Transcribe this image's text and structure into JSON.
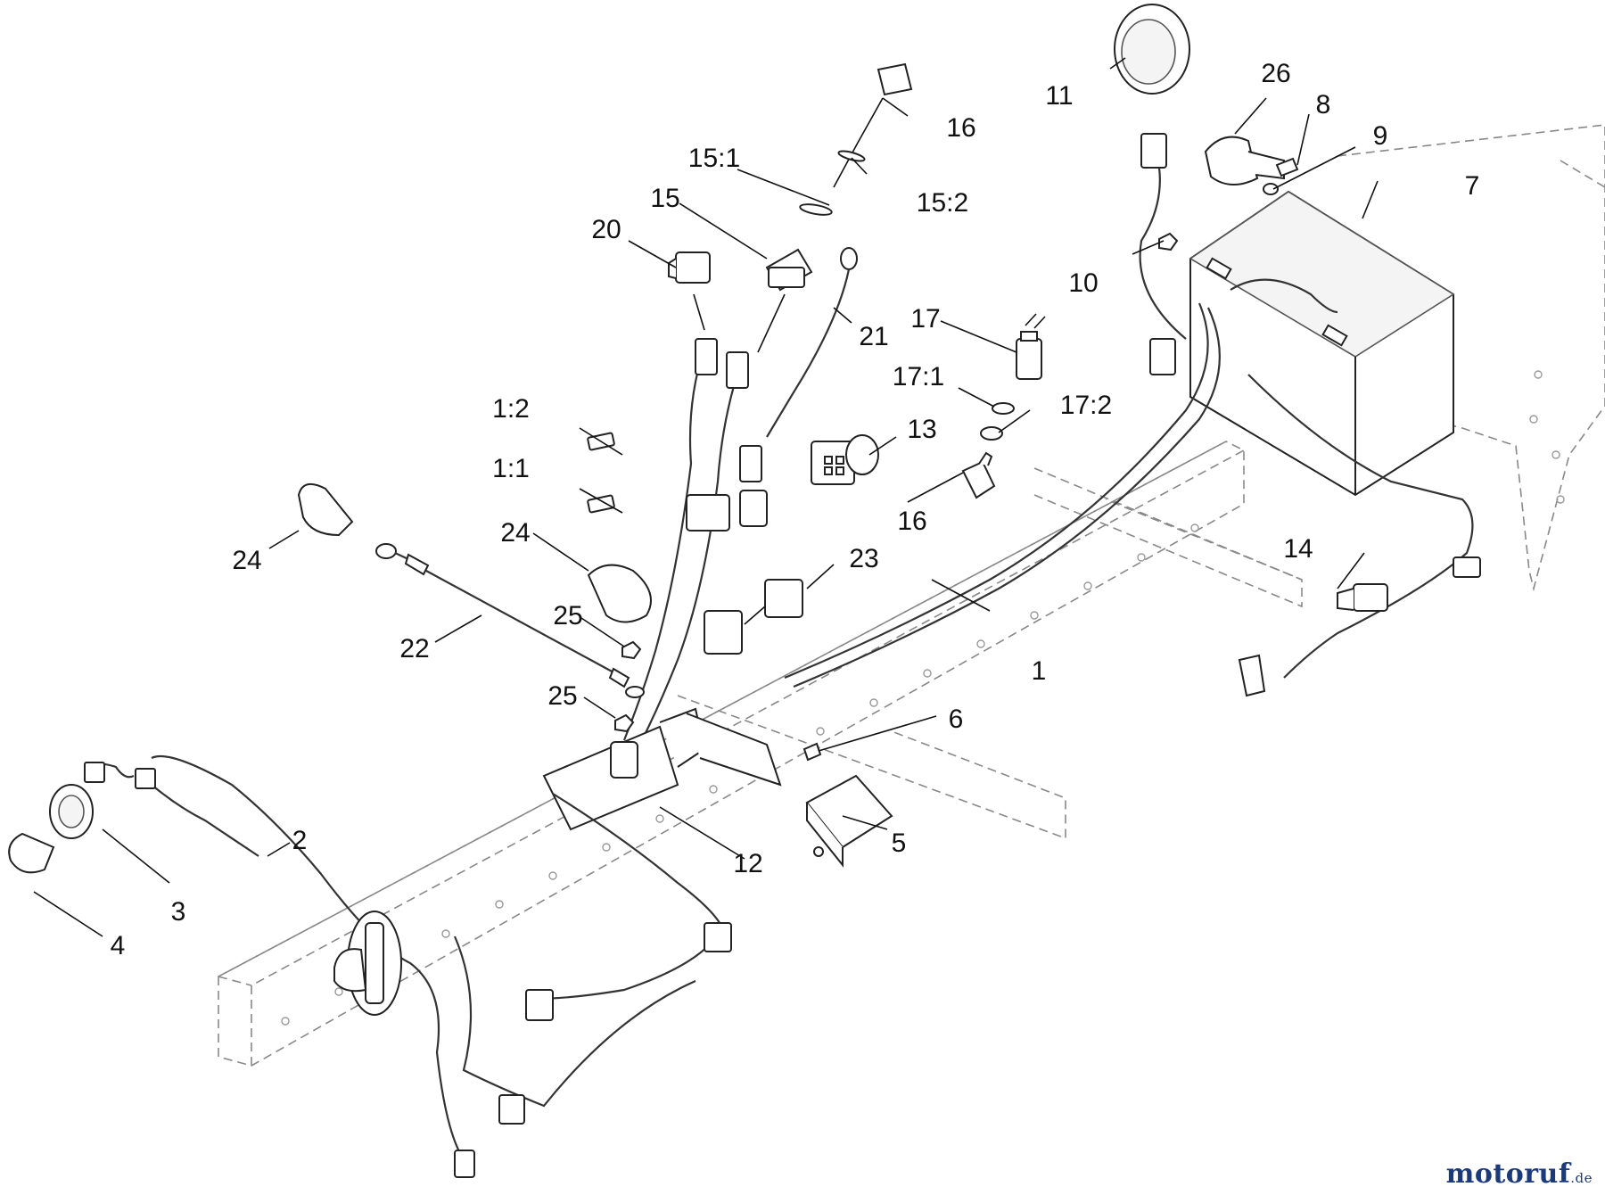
{
  "callouts": [
    {
      "id": "c1",
      "label": "1"
    },
    {
      "id": "c1_1",
      "label": "1:1"
    },
    {
      "id": "c1_2",
      "label": "1:2"
    },
    {
      "id": "c2",
      "label": "2"
    },
    {
      "id": "c3",
      "label": "3"
    },
    {
      "id": "c4",
      "label": "4"
    },
    {
      "id": "c5",
      "label": "5"
    },
    {
      "id": "c6",
      "label": "6"
    },
    {
      "id": "c7",
      "label": "7"
    },
    {
      "id": "c8",
      "label": "8"
    },
    {
      "id": "c9",
      "label": "9"
    },
    {
      "id": "c10",
      "label": "10"
    },
    {
      "id": "c11",
      "label": "11"
    },
    {
      "id": "c12",
      "label": "12"
    },
    {
      "id": "c13",
      "label": "13"
    },
    {
      "id": "c14",
      "label": "14"
    },
    {
      "id": "c15",
      "label": "15"
    },
    {
      "id": "c15_1",
      "label": "15:1"
    },
    {
      "id": "c15_2",
      "label": "15:2"
    },
    {
      "id": "c16a",
      "label": "16"
    },
    {
      "id": "c16b",
      "label": "16"
    },
    {
      "id": "c17",
      "label": "17"
    },
    {
      "id": "c17_1",
      "label": "17:1"
    },
    {
      "id": "c17_2",
      "label": "17:2"
    },
    {
      "id": "c20",
      "label": "20"
    },
    {
      "id": "c21",
      "label": "21"
    },
    {
      "id": "c22",
      "label": "22"
    },
    {
      "id": "c23",
      "label": "23"
    },
    {
      "id": "c24a",
      "label": "24"
    },
    {
      "id": "c24b",
      "label": "24"
    },
    {
      "id": "c25a",
      "label": "25"
    },
    {
      "id": "c25b",
      "label": "25"
    },
    {
      "id": "c26",
      "label": "26"
    }
  ],
  "watermark": {
    "brand_main": "motoruf",
    "brand_tld": ".de"
  }
}
